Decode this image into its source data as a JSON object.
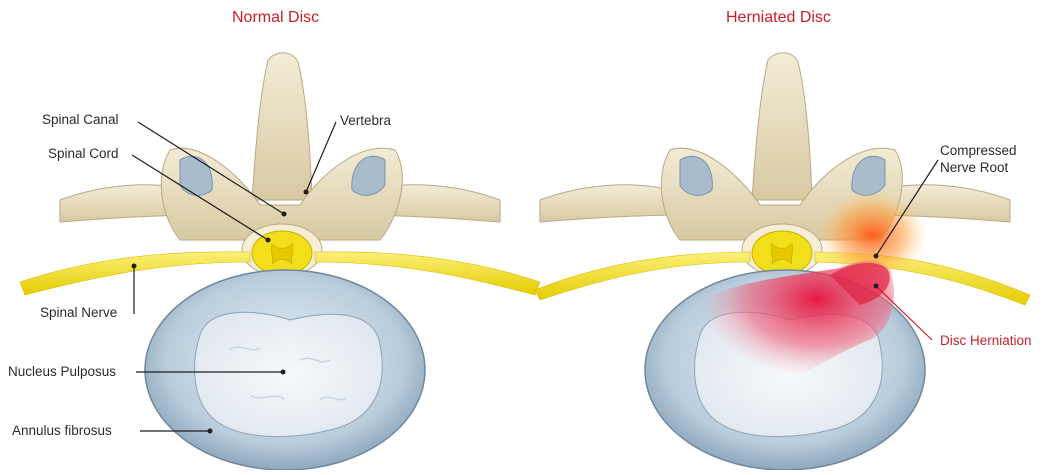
{
  "panels": {
    "normal": {
      "title": "Normal Disc",
      "labels": {
        "spinal_canal": "Spinal Canal",
        "spinal_cord": "Spinal Cord",
        "vertebra": "Vertebra",
        "spinal_nerve": "Spinal Nerve",
        "nucleus_pulposus": "Nucleus Pulposus",
        "annulus_fibrosus": "Annulus fibrosus"
      }
    },
    "herniated": {
      "title": "Herniated Disc",
      "labels": {
        "compressed_line1": "Compressed",
        "compressed_line2": "Nerve Root",
        "disc_herniation": "Disc Herniation"
      }
    }
  },
  "colors": {
    "title": "#c8202a",
    "bone": "#e7dcc0",
    "bone_shadow": "#b9a985",
    "nerve": "#f4e21c",
    "disc_outer": "#9fb8cc",
    "disc_inner": "#eef2f6",
    "cartilage": "#aab8c8",
    "herniation": "#e0304a",
    "inflammation": "#f59a2a"
  }
}
